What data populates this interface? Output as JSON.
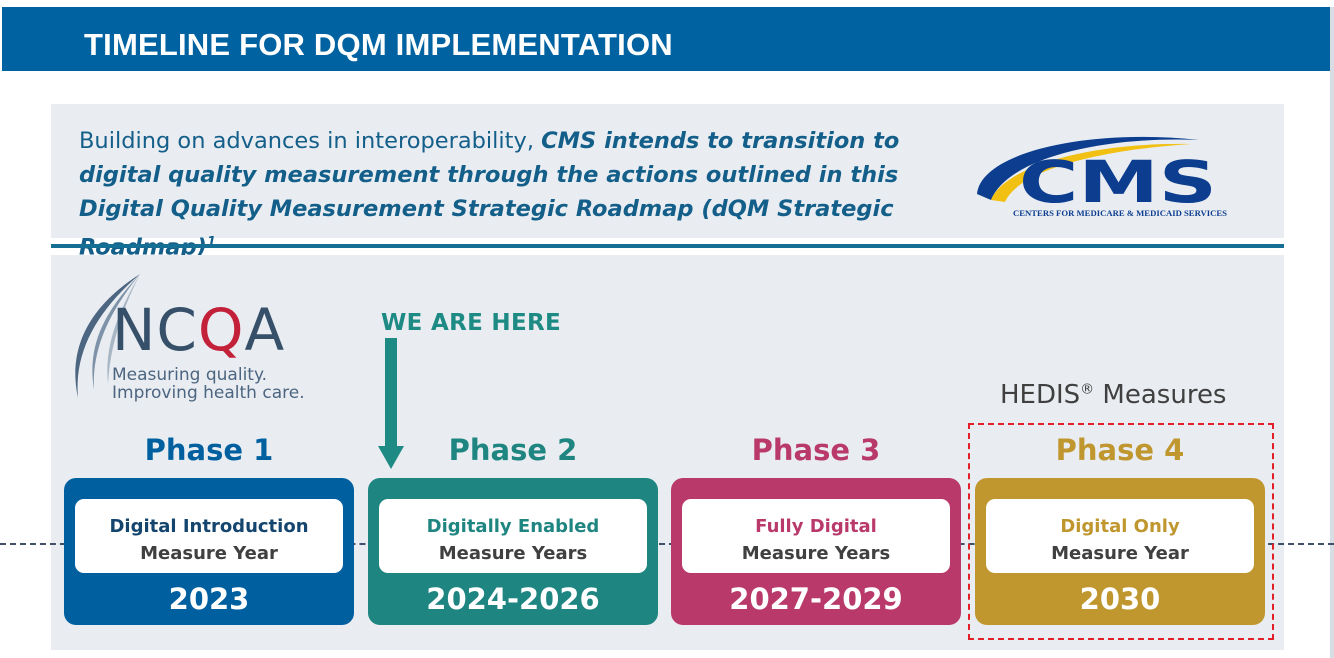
{
  "header": {
    "title": "TIMELINE FOR DQM IMPLEMENTATION"
  },
  "intro": {
    "lead": "Building on advances in interoperability, ",
    "emphasis": "CMS intends to transition to digital quality measurement through the actions outlined in this Digital Quality Measurement Strategic Roadmap (dQM Strategic Roadmap)",
    "footnote": "1"
  },
  "cms_logo": {
    "wordmark": "CMS",
    "subtitle": "CENTERS FOR MEDICARE & MEDICAID SERVICES"
  },
  "ncqa_logo": {
    "wordmark_prefix": "NC",
    "wordmark_q": "Q",
    "wordmark_suffix": "A",
    "tagline_1": "Measuring quality.",
    "tagline_2": "Improving health care."
  },
  "marker": {
    "label": "WE ARE HERE"
  },
  "hedis": {
    "label": "HEDIS",
    "mark": "®",
    "suffix": " Measures"
  },
  "colors": {
    "phase1": "#00609f",
    "phase2": "#1e8581",
    "phase3": "#b93a6a",
    "phase4": "#c0962e"
  },
  "phases": [
    {
      "title": "Phase 1",
      "kind": "Digital Introduction",
      "measure": "Measure Year",
      "year": "2023"
    },
    {
      "title": "Phase 2",
      "kind": "Digitally Enabled",
      "measure": "Measure Years",
      "year": "2024-2026"
    },
    {
      "title": "Phase 3",
      "kind": "Fully Digital",
      "measure": "Measure Years",
      "year": "2027-2029"
    },
    {
      "title": "Phase 4",
      "kind": "Digital Only",
      "measure": "Measure Year",
      "year": "2030"
    }
  ]
}
